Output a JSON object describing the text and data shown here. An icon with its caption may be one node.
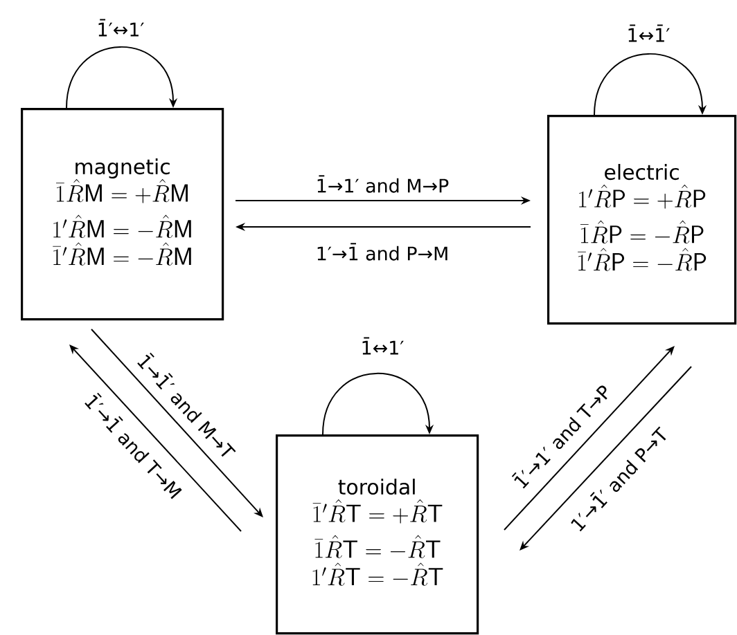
{
  "diagram": {
    "nodes": [
      {
        "text": [
          "magnetic",
          "\\bar{1}\\hat{R}\\mathsf{M}=+\\hat{R}\\mathsf{M}",
          "1'\\hat{R}\\mathsf{M}=-\\hat{R}\\mathsf{M}",
          "\\bar{1}'\\hat{R}\\mathsf{M}=-\\hat{R}\\mathsf{M}"
        ]
      },
      {
        "text": [
          "electric",
          "1'\\hat{R}\\mathsf{P}=+\\hat{R}\\mathsf{P}",
          "\\bar{1}\\hat{R}\\mathsf{P}=-\\hat{R}\\mathsf{P}",
          "\\bar{1}'\\hat{R}\\mathsf{P}=-\\hat{R}\\mathsf{P}"
        ]
      },
      {
        "text": [
          "toroidal",
          "\\bar{1}'\\hat{R}\\mathsf{T}=+\\hat{R}\\mathsf{T}",
          "\\bar{1}\\hat{R}\\mathsf{T}=-\\hat{R}\\mathsf{T}",
          "1'\\hat{R}\\mathsf{T}=-\\hat{R}\\mathsf{T}"
        ]
      }
    ],
    "edges": [
      {
        "from": 0,
        "to": 0,
        "arrow": "to",
        "label": "1̄′↔1′"
      },
      {
        "from": 1,
        "to": 1,
        "arrow": "to",
        "label": "1̄↔1̄′"
      },
      {
        "from": 0,
        "to": 1,
        "arrow": "to",
        "label": "1̄→1′ and M→P"
      },
      {
        "from": 1,
        "to": 0,
        "arrow": "to",
        "label": "1′→1̄ and P→M"
      },
      {
        "from": 0,
        "to": 2,
        "arrow": "to",
        "label": "1̄→1̄′ and M→T"
      },
      {
        "from": 2,
        "to": 0,
        "arrow": "to",
        "label": "1̄′→1̄ and T→M"
      },
      {
        "from": 2,
        "to": 2,
        "arrow": "to",
        "label": "1̄↔1′"
      },
      {
        "from": 2,
        "to": 1,
        "arrow": "to",
        "label": "1̄′→1′ and T→P"
      },
      {
        "from": 1,
        "to": 2,
        "arrow": "to",
        "label": "1′→1̄′ and P→T"
      }
    ]
  }
}
